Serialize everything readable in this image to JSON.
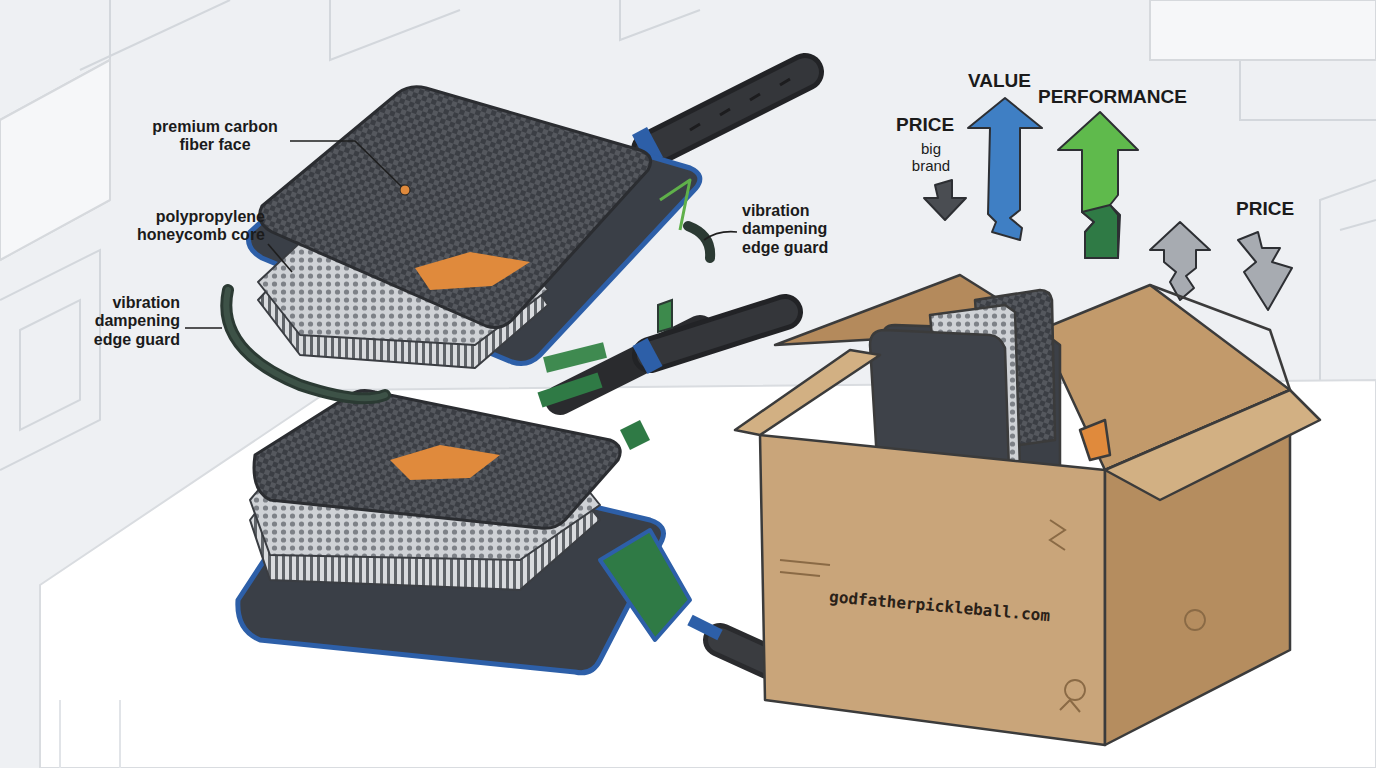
{
  "diagram": {
    "labels": [
      "premium carbon fiber face",
      "polypropylene honeycomb core",
      "vibration dampening edge guard",
      "vibration dampening edge guard",
      "PRICE",
      "big brand",
      "VALUE",
      "PERFORMANCE",
      "PRICE",
      "godfatherpickleball.com"
    ]
  }
}
